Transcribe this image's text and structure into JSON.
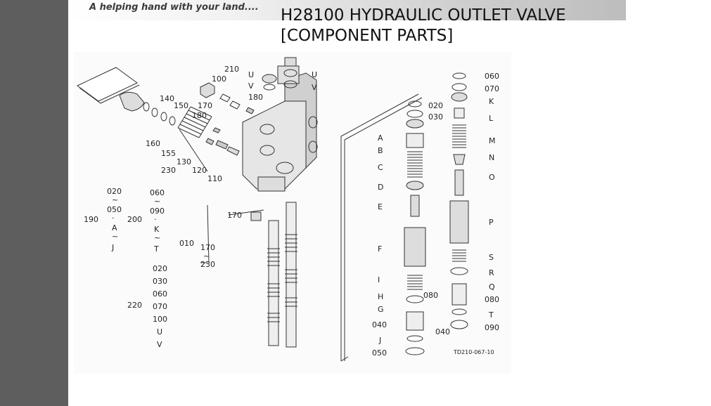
{
  "header": {
    "tagline": "A helping hand with your land....",
    "title_line1": "H28100 HYDRAULIC OUTLET VALVE",
    "title_line2": "[COMPONENT PARTS]"
  },
  "diagram": {
    "figure_code": "TD210-067-10",
    "labels": {
      "l210": "210",
      "l100": "100",
      "l180a": "180",
      "l170a": "170",
      "l140": "140",
      "l150": "150",
      "l180b": "180",
      "l160": "160",
      "l155": "155",
      "l130": "130",
      "l120": "120",
      "l230": "230",
      "l110": "110",
      "l170b": "170",
      "l010": "010",
      "u1": "U",
      "v1": "V",
      "u2": "U",
      "v2": "V",
      "g190": "190",
      "g200": "200",
      "g220": "220",
      "g020": "020",
      "g050": "050",
      "gA": "A",
      "gJ": "J",
      "g060": "060",
      "g090": "090",
      "gK": "K",
      "gT": "T",
      "r170": "170",
      "r230": "230",
      "h020": "020",
      "h030": "030",
      "h060": "060",
      "h070": "070",
      "h100": "100",
      "hU": "U",
      "hV": "V",
      "m020": "020",
      "m030": "030",
      "mA": "A",
      "mB": "B",
      "mC": "C",
      "mD": "D",
      "mE": "E",
      "mF": "F",
      "mI": "I",
      "mH": "H",
      "mG": "G",
      "m040a": "040",
      "m040b": "040",
      "mJ": "J",
      "m050": "050",
      "n060": "060",
      "n070": "070",
      "nK": "K",
      "nL": "L",
      "nM": "M",
      "nN": "N",
      "nO": "O",
      "nP": "P",
      "nS": "S",
      "nR": "R",
      "nQ": "Q",
      "n080a": "080",
      "n080b": "080",
      "nT": "T",
      "n090": "090",
      "tilde": "~",
      "dot": "·"
    }
  }
}
